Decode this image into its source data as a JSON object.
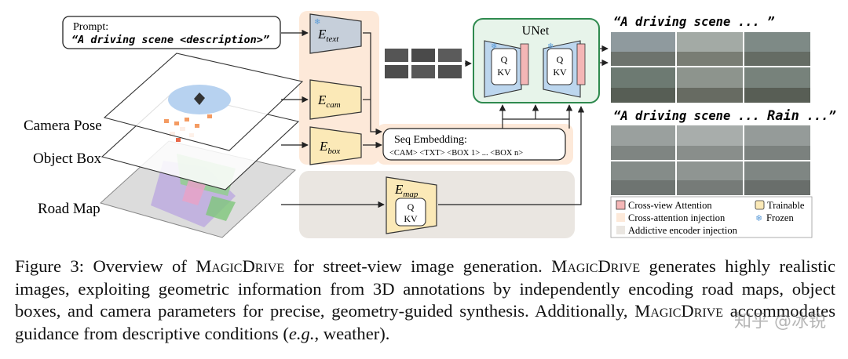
{
  "figure": {
    "prompt": {
      "title": "Prompt:",
      "text": "“A driving scene <description>”"
    },
    "encoders": {
      "text": "text",
      "cam": "cam",
      "box": "box",
      "map": "map",
      "symbol": "E"
    },
    "layer_labels": {
      "camera_pose": "Camera Pose",
      "object_box": "Object Box",
      "road_map": "Road Map"
    },
    "seq_embedding": {
      "title": "Seq Embedding:",
      "tokens": "<CAM> <TXT> <BOX 1> ... <BOX n>"
    },
    "unet": {
      "title": "UNet",
      "q": "Q",
      "kv": "KV"
    },
    "map_attn": {
      "q": "Q",
      "kv": "KV"
    },
    "outputs": {
      "top_caption": "“A driving scene ... ”",
      "bottom_caption_pre": "“A driving scene ... ",
      "bottom_caption_bold": "Rain",
      "bottom_caption_post": " ...”"
    },
    "legend": {
      "cross_view": "Cross-view Attention",
      "trainable": "Trainable",
      "cross_attn": "Cross-attention injection",
      "frozen": "Frozen",
      "additive": "Addictive encoder injection"
    },
    "colors": {
      "encoder_fill": "#fbe9b7",
      "panel_orange": "#fde9d9",
      "panel_gray": "#eae6e1",
      "unet_border": "#2f8a4f",
      "unet_fill": "#e7f4ea",
      "attn_pink": "#f4b6b6",
      "frozen_blue": "#9cc3e8"
    }
  },
  "caption": {
    "label": "Figure 3:",
    "s1": "Overview of ",
    "name": "MagicDrive",
    "s2": " for street-view image generation. ",
    "s3": " generates highly realistic images, exploiting geometric information from 3D annotations by independently encoding road maps, object boxes, and camera parameters for precise, geometry-guided synthesis. Additionally, ",
    "s4": " accommodates guidance from descriptive conditions (",
    "eg": "e.g.",
    "s5": ", weather)."
  },
  "watermark": "知乎 @冰锐"
}
